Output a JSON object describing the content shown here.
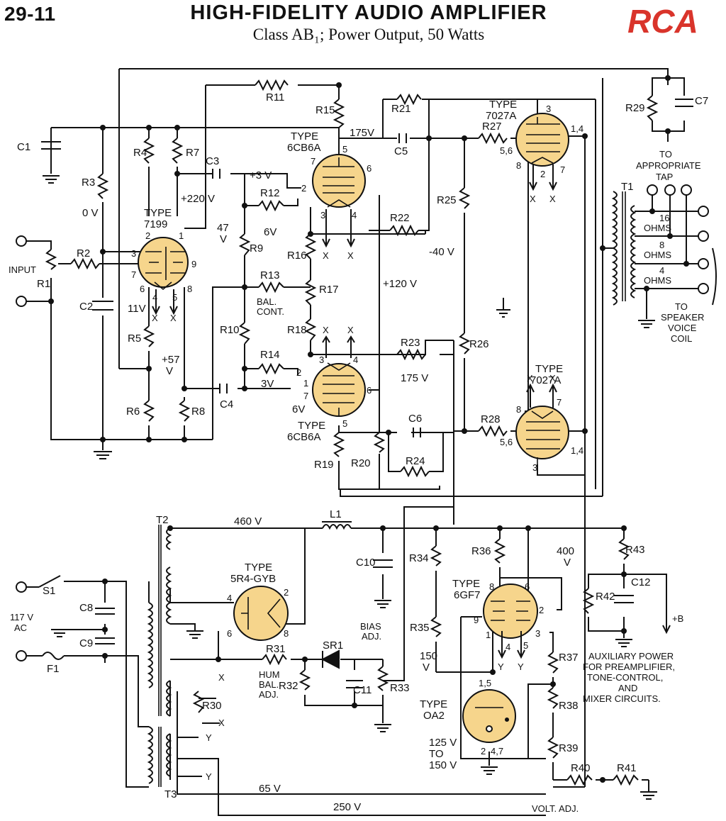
{
  "header": {
    "page_number": "29-11",
    "title": "HIGH-FIDELITY AUDIO AMPLIFIER",
    "subtitle": "Class AB₁; Power Output, 50 Watts",
    "brand": "RCA",
    "brand_color": "#d9342b"
  },
  "colors": {
    "tube_fill": "#f6d58c",
    "ink": "#111111"
  },
  "tubes": {
    "v1": {
      "type_label": "TYPE",
      "type": "7199",
      "pins": [
        "2",
        "1",
        "3",
        "7",
        "9",
        "6",
        "4",
        "5",
        "8"
      ]
    },
    "v2": {
      "type_label": "TYPE",
      "type": "6CB6A",
      "pins": [
        "7",
        "2",
        "6",
        "5",
        "3",
        "4"
      ]
    },
    "v3": {
      "type_label": "TYPE",
      "type": "6CB6A",
      "pins": [
        "3",
        "4",
        "1",
        "2",
        "7",
        "6",
        "5"
      ]
    },
    "v4": {
      "type_label": "TYPE",
      "type": "7027A",
      "pins": [
        "3",
        "1,4",
        "5,6",
        "8",
        "2",
        "7"
      ]
    },
    "v5": {
      "type_label": "TYPE",
      "type": "7027A",
      "pins": [
        "7",
        "8",
        "5,6",
        "1,4",
        "3"
      ]
    },
    "rect": {
      "type_label": "TYPE",
      "type": "5R4-GYB",
      "pins": [
        "4",
        "2",
        "6",
        "8"
      ]
    },
    "reg1": {
      "type_label": "TYPE",
      "type": "6GF7",
      "pins": [
        "8",
        "6",
        "9",
        "2",
        "1",
        "4",
        "5",
        "3"
      ]
    },
    "reg2": {
      "type_label": "TYPE",
      "type": "OA2",
      "pins": [
        "1,5",
        "2",
        "4,7"
      ]
    }
  },
  "resistors": [
    "R1",
    "R2",
    "R3",
    "R4",
    "R5",
    "R6",
    "R7",
    "R8",
    "R9",
    "R10",
    "R11",
    "R12",
    "R13",
    "R14",
    "R15",
    "R16",
    "R17",
    "R18",
    "R19",
    "R20",
    "R21",
    "R22",
    "R23",
    "R24",
    "R25",
    "R26",
    "R27",
    "R28",
    "R29",
    "R30",
    "R31",
    "R32",
    "R33",
    "R34",
    "R35",
    "R36",
    "R37",
    "R38",
    "R39",
    "R40",
    "R41",
    "R42",
    "R43"
  ],
  "capacitors": [
    "C1",
    "C2",
    "C3",
    "C4",
    "C5",
    "C6",
    "C7",
    "C8",
    "C9",
    "C10",
    "C11",
    "C12"
  ],
  "other_parts": {
    "t1": "T1",
    "t2": "T2",
    "t3": "T3",
    "l1": "L1",
    "s1": "S1",
    "f1": "F1",
    "sr1": "SR1"
  },
  "voltages": {
    "v_0": "0 V",
    "v_11": "11V",
    "v_47": "47",
    "v_47u": "V",
    "v_220": "+220 V",
    "v_57": "+57",
    "v_57u": "V",
    "v_3a": "+3 V",
    "v_6a": "6V",
    "v_175a": "175V",
    "v_3b": "3V",
    "v_6b": "6V",
    "v_175b": "175 V",
    "v_120": "+120 V",
    "v_m40": "-40 V",
    "v_460": "460 V",
    "v_400": "400",
    "v_400u": "V",
    "v_150a": "150",
    "v_150au": "V",
    "v_125": "125 V",
    "v_to": "TO",
    "v_150b": "150 V",
    "v_65": "65 V",
    "v_250": "250 V"
  },
  "labels": {
    "input": "INPUT",
    "bal_cont_1": "BAL.",
    "bal_cont_2": "CONT.",
    "tap_1": "TO",
    "tap_2": "APPROPRIATE",
    "tap_3": "TAP",
    "ohm16_a": "16",
    "ohm16_b": "OHMS",
    "ohm8_a": "8",
    "ohm8_b": "OHMS",
    "ohm4_a": "4",
    "ohm4_b": "OHMS",
    "spk_1": "TO",
    "spk_2": "SPEAKER",
    "spk_3": "VOICE",
    "spk_4": "COIL",
    "mains_1": "117 V",
    "mains_2": "AC",
    "hum_1": "HUM",
    "hum_2": "BAL.",
    "hum_3": "ADJ.",
    "bias_1": "BIAS",
    "bias_2": "ADJ.",
    "plus_b": "+B",
    "aux_1": "AUXILIARY POWER",
    "aux_2": "FOR PREAMPLIFIER,",
    "aux_3": "TONE-CONTROL,",
    "aux_4": "AND",
    "aux_5": "MIXER CIRCUITS.",
    "volt_adj": "VOLT. ADJ.",
    "x": "X",
    "y": "Y"
  }
}
